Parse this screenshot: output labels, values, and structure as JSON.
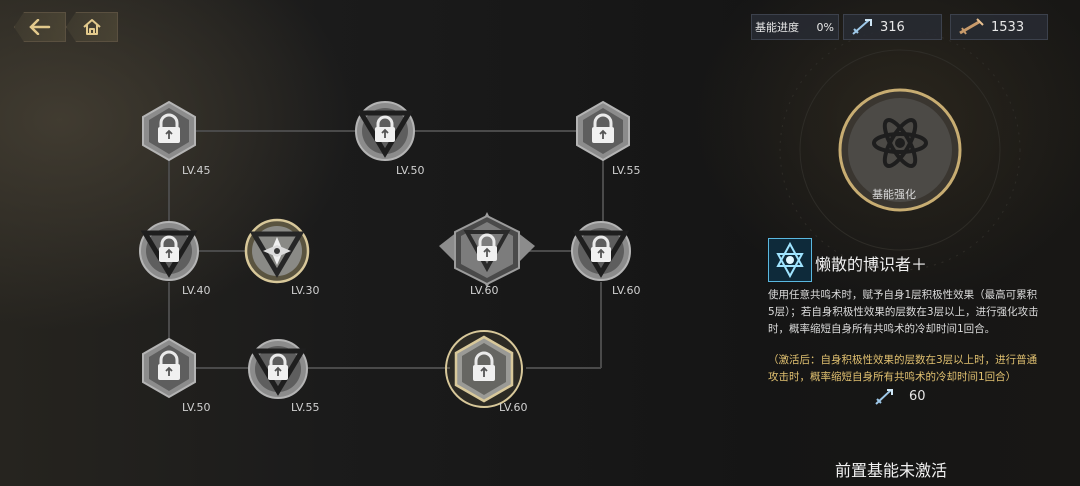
{
  "nav": {
    "back_icon": "back-arrow-icon",
    "home_icon": "home-icon"
  },
  "stats": {
    "progress_label": "基能进度",
    "progress_value": "0%",
    "currency_a_value": "316",
    "currency_b_value": "1533"
  },
  "nodes": {
    "n1": {
      "level": "LV.45",
      "state": "locked"
    },
    "n2": {
      "level": "LV.50",
      "state": "locked"
    },
    "n3": {
      "level": "LV.55",
      "state": "locked"
    },
    "n4": {
      "level": "LV.40",
      "state": "locked"
    },
    "n5": {
      "level": "LV.30",
      "state": "highlighted"
    },
    "n6": {
      "level": "LV.60",
      "state": "locked"
    },
    "n7": {
      "level": "LV.60",
      "state": "locked"
    },
    "n8": {
      "level": "LV.50",
      "state": "locked"
    },
    "n9": {
      "level": "LV.55",
      "state": "locked"
    },
    "n10": {
      "level": "LV.60",
      "state": "selected"
    }
  },
  "detail": {
    "node_name": "基能强化",
    "skill_title": "懒散的博识者＋",
    "description": "使用任意共鸣术时，赋予自身1层积极性效果（最高可累积5层）；若自身积极性效果的层数在3层以上，进行强化攻击时，概率缩短自身所有共鸣术的冷却时间1回合。",
    "activated_text": "（激活后：自身积极性效果的层数在3层以上时，进行普通攻击时，概率缩短自身所有共鸣术的冷却时间1回合）",
    "cost_value": "60",
    "prereq_text": "前置基能未激活"
  },
  "colors": {
    "accent_gold": "#c8ad72",
    "active_text": "#e0c070",
    "node_grey": "#8c8c8c"
  }
}
